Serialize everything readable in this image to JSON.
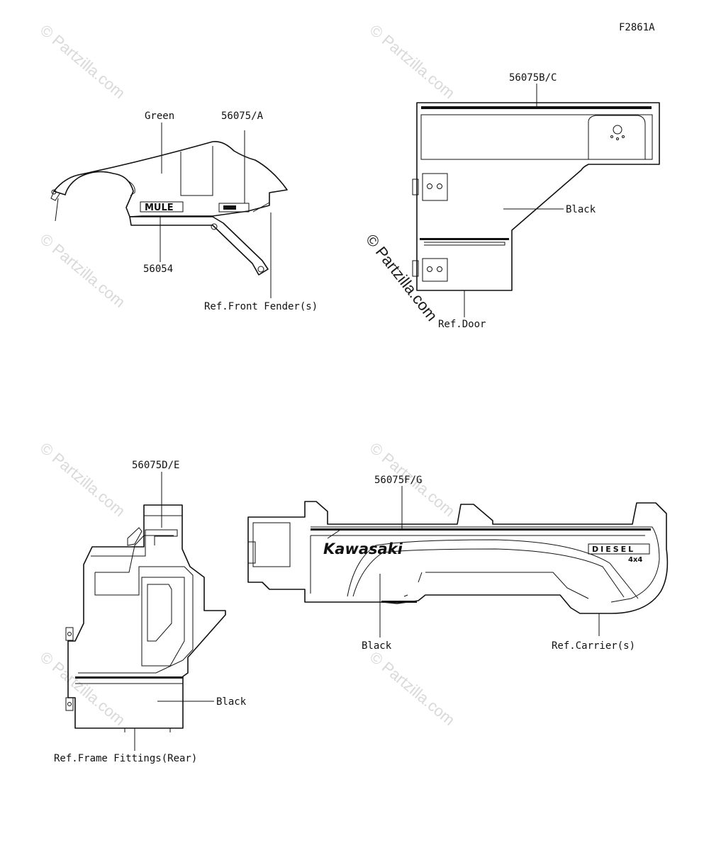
{
  "figure_code": "F2861A",
  "watermark": "© Partzilla.com",
  "labels": {
    "green": "Green",
    "p56075a": "56075/A",
    "p56054": "56054",
    "ref_front_fender": "Ref.Front Fender(s)",
    "p56075bc": "56075B/C",
    "black_door": "Black",
    "ref_door": "Ref.Door",
    "p56075de": "56075D/E",
    "black_rear": "Black",
    "ref_frame_fittings": "Ref.Frame Fittings(Rear)",
    "p56075fg": "56075F/G",
    "black_carrier": "Black",
    "ref_carrier": "Ref.Carrier(s)"
  },
  "decals": {
    "mule": "MULE",
    "kawasaki": "Kawasaki",
    "diesel": "DIESEL",
    "four_by_four": "4x4"
  }
}
